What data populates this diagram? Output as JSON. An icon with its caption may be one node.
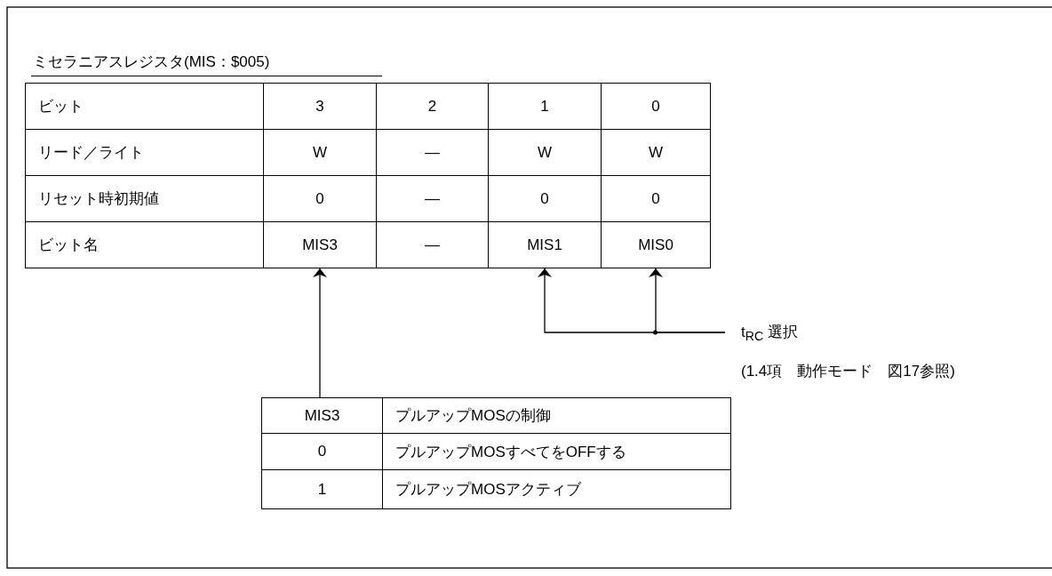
{
  "diagram": {
    "title": "ミセラニアスレジスタ(MIS：$005)",
    "nodes": [
      {
        "text": [
          "MIS3"
        ]
      },
      {
        "text": [
          "MIS1"
        ]
      },
      {
        "text": [
          "MIS0"
        ]
      },
      {
        "text": [
          "t$_{RC}$ 選択"
        ]
      },
      {
        "text": [
          "MIS3"
        ]
      }
    ],
    "edges": [
      {
        "from": 4,
        "to": 0,
        "arrow": "to"
      },
      {
        "from": 3,
        "to": 1,
        "arrow": "to"
      },
      {
        "from": 3,
        "to": 2,
        "arrow": "to"
      }
    ],
    "labels": [
      "ビット",
      "3",
      "2",
      "1",
      "0",
      "リード／ライト",
      "W",
      "—",
      "W",
      "W",
      "リセット時初期値",
      "0",
      "—",
      "0",
      "0",
      "ビット名",
      "—",
      "(1.4項　動作モード　図17参照)",
      "プルアップMOSの制御",
      "0",
      "プルアップMOSすべてをOFFする",
      "1",
      "プルアップMOSアクティブ"
    ]
  }
}
